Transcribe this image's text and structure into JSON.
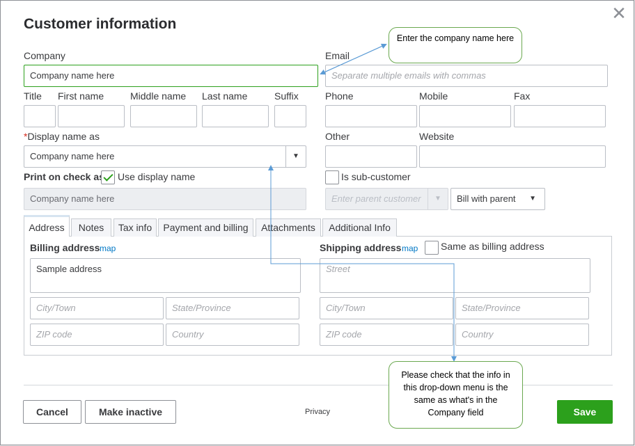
{
  "dialog": {
    "title": "Customer information",
    "close_glyph": "✕"
  },
  "labels": {
    "company": "Company",
    "email": "Email",
    "title": "Title",
    "first_name": "First name",
    "middle_name": "Middle name",
    "last_name": "Last name",
    "suffix": "Suffix",
    "phone": "Phone",
    "mobile": "Mobile",
    "fax": "Fax",
    "required_mark": "*",
    "display_name": "Display name as",
    "other": "Other",
    "website": "Website",
    "print_on_check": "Print on check as",
    "use_display_name": "Use display name",
    "is_sub_customer": "Is sub-customer"
  },
  "fields": {
    "company_value": "Company name here",
    "email_placeholder": "Separate multiple emails with commas",
    "display_name_value": "Company name here",
    "print_on_check_value": "Company name here",
    "parent_customer_placeholder": "Enter parent customer",
    "bill_with_value": "Bill with parent",
    "use_display_name_checked": true,
    "is_sub_customer_checked": false
  },
  "tabs": [
    {
      "label": "Address",
      "active": true
    },
    {
      "label": "Notes"
    },
    {
      "label": "Tax info"
    },
    {
      "label": "Payment and billing"
    },
    {
      "label": "Attachments"
    },
    {
      "label": "Additional Info"
    }
  ],
  "address": {
    "billing_label": "Billing address",
    "map_link": "map",
    "billing_street_value": "Sample address",
    "shipping_label": "Shipping address",
    "same_as_billing": "Same as billing address",
    "street_placeholder": "Street",
    "city_placeholder": "City/Town",
    "state_placeholder": "State/Province",
    "zip_placeholder": "ZIP code",
    "country_placeholder": "Country"
  },
  "footer": {
    "cancel": "Cancel",
    "make_inactive": "Make inactive",
    "privacy": "Privacy",
    "save": "Save"
  },
  "annotations": {
    "company_tip": "Enter the company name here",
    "dropdown_tip": "Please check that the info in this drop-down menu is the same as what's in the Company field"
  },
  "colors": {
    "brand_green": "#2ca01c",
    "link_blue": "#0077c5",
    "annotation_border": "#6aa84f",
    "annotation_arrow": "#5b9bd5"
  }
}
